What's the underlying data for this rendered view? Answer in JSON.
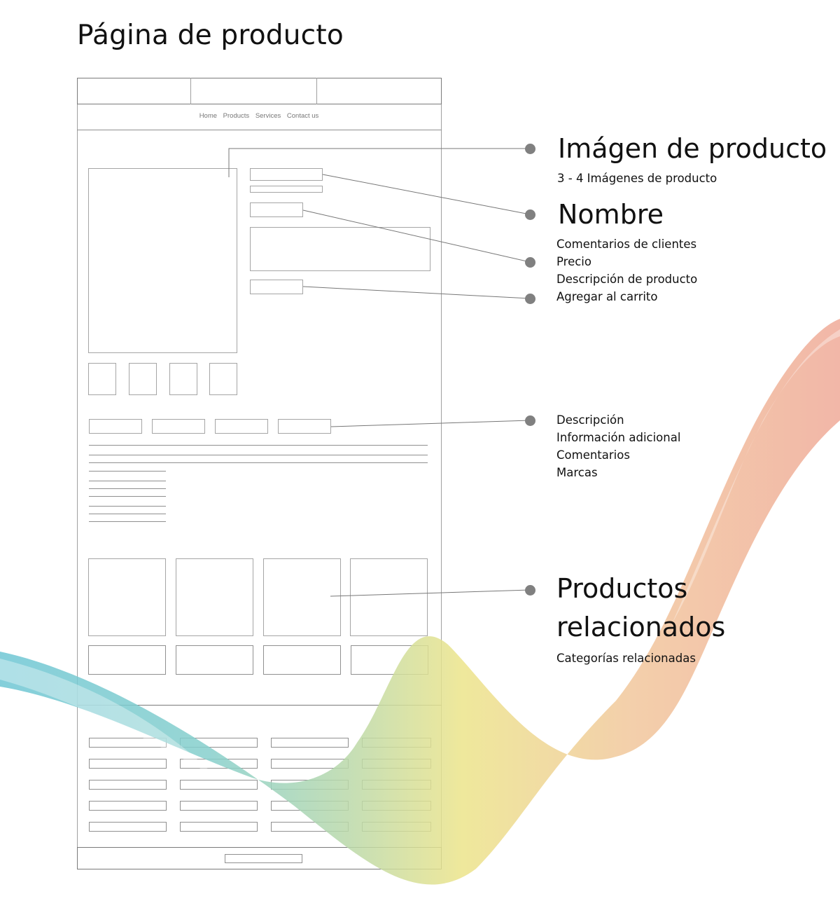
{
  "page_title": "Página de producto",
  "wireframe": {
    "nav": [
      "Home",
      "Products",
      "Services",
      "Contact us"
    ],
    "header_cells": 3,
    "thumbnails": 4,
    "tabs": 4,
    "related_products": 4,
    "related_categories": 4,
    "footer_link_rows": 5,
    "footer_link_cols": 4
  },
  "annotations": [
    {
      "id": "imagen",
      "title": "Imágen de producto",
      "items": [
        "3 - 4 Imágenes de producto"
      ]
    },
    {
      "id": "nombre",
      "title": "Nombre",
      "items": [
        "Comentarios de clientes",
        "Precio",
        "Descripción de producto",
        "Agregar al carrito"
      ]
    },
    {
      "id": "tabs",
      "title": "",
      "items": [
        "Descripción",
        "Información adicional",
        "Comentarios",
        "Marcas"
      ]
    },
    {
      "id": "relacionados",
      "title_lines": [
        "Productos",
        "relacionados"
      ],
      "items": [
        "Categorías relacionadas"
      ]
    }
  ],
  "colors": {
    "wire": "#8a8a8a",
    "dot": "#808080",
    "ribbon_teal": "#6ec6d4",
    "ribbon_yellow": "#ece48a",
    "ribbon_salmon": "#f0aa98"
  }
}
